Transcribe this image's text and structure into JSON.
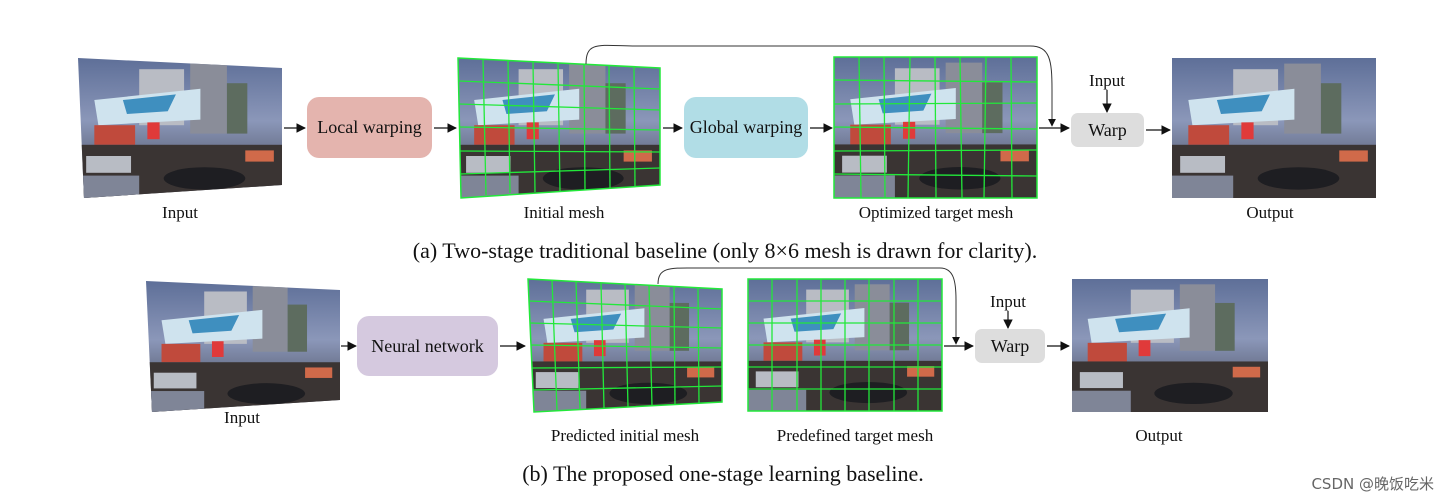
{
  "stage_a": {
    "input_label": "Input",
    "local_warping": "Local warping",
    "initial_mesh": "Initial mesh",
    "global_warping": "Global warping",
    "optimized_target_mesh": "Optimized target mesh",
    "warp_input": "Input",
    "warp": "Warp",
    "output": "Output",
    "caption": "(a) Two-stage traditional baseline (only 8×6 mesh is drawn for clarity)."
  },
  "stage_b": {
    "input_label": "Input",
    "neural_network": "Neural network",
    "predicted_initial_mesh": "Predicted initial mesh",
    "predefined_target_mesh": "Predefined target mesh",
    "warp_input": "Input",
    "warp": "Warp",
    "output": "Output",
    "caption": "(b) The proposed one-stage learning baseline."
  },
  "watermark": "CSDN @晚饭吃米",
  "colors": {
    "local_warping_box": "#e4b4ae",
    "global_warping_box": "#b1dde6",
    "neural_network_box": "#d5c9df",
    "warp_box": "#dddddd",
    "mesh_line": "#22e83a"
  }
}
